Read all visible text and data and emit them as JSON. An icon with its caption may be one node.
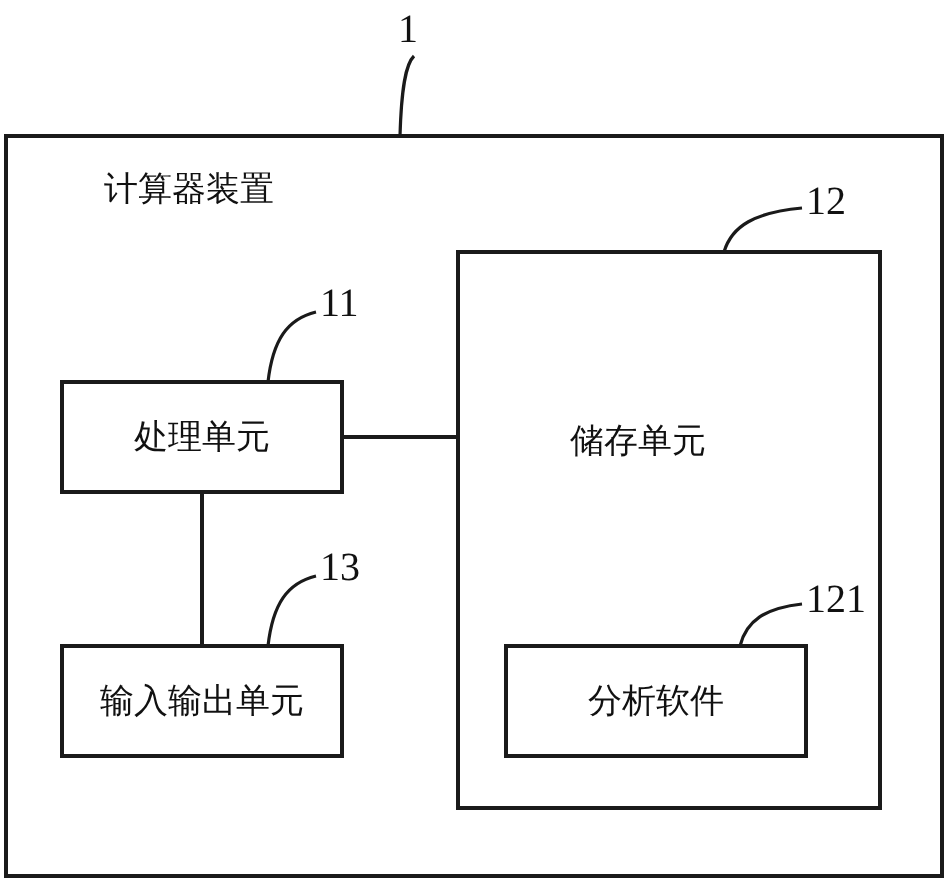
{
  "diagram": {
    "nodes": [
      {
        "text": [
          "计算器装置"
        ]
      },
      {
        "text": [
          "处理单元"
        ],
        "in": 0
      },
      {
        "text": [
          "储存单元"
        ],
        "in": 0
      },
      {
        "text": [
          "分析软件"
        ],
        "in": 2
      },
      {
        "text": [
          "输入输出单元"
        ],
        "in": 0
      },
      {
        "text": [
          "1"
        ]
      },
      {
        "text": [
          "11"
        ],
        "in": 0
      },
      {
        "text": [
          "12"
        ],
        "in": 0
      },
      {
        "text": [
          "121"
        ],
        "in": 2
      },
      {
        "text": [
          "13"
        ],
        "in": 0
      }
    ],
    "edges": [
      {
        "from": 1,
        "to": 2,
        "arrow": "none"
      },
      {
        "from": 1,
        "to": 4,
        "arrow": "none"
      },
      {
        "from": 5,
        "to": 0,
        "arrow": "none"
      },
      {
        "from": 6,
        "to": 1,
        "arrow": "none"
      },
      {
        "from": 7,
        "to": 2,
        "arrow": "none"
      },
      {
        "from": 8,
        "to": 3,
        "arrow": "none"
      },
      {
        "from": 9,
        "to": 4,
        "arrow": "none"
      }
    ]
  }
}
